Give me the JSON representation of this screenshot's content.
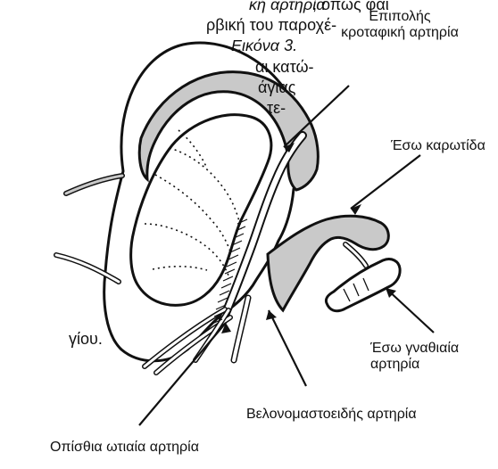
{
  "figure": {
    "annotations": {
      "superficial_temporal": [
        "Επιπολής",
        "κροταφική αρτηρία"
      ],
      "internal_carotid": "Έσω καρωτίδα",
      "internal_maxillary": [
        "Έσω γναθιαία",
        "αρτηρία"
      ],
      "stylomastoid": "Βελονομαστοειδής αρτηρία",
      "posterior_auricular": "Οπίσθια ωτιαία αρτηρία"
    }
  },
  "page_text": {
    "line1_italic": "κή αρτηρία",
    "line1_tail": ", όπως φαί",
    "line2": "ρβική του παροχέ-",
    "line3_italic": "Εικόνα 3.",
    "line4": "αι κατώ-",
    "line5": "άγιας",
    "line6": "τε-",
    "line7": "γίου."
  },
  "colors": {
    "vessel_fill": "#c9c9c9",
    "ink": "#111111",
    "paper": "#ffffff"
  }
}
